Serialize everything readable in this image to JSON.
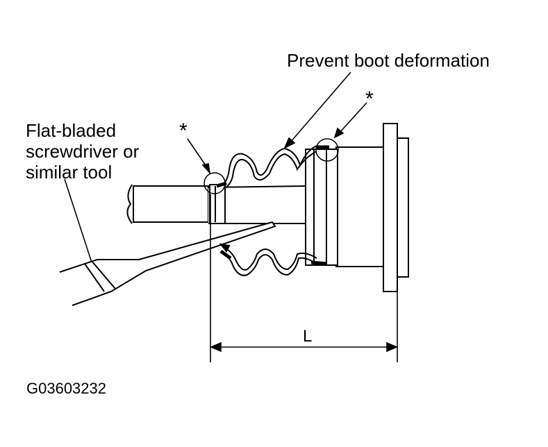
{
  "labels": {
    "prevent": "Prevent boot deformation",
    "tool_line1": "Flat-bladed",
    "tool_line2": "screwdriver or",
    "tool_line3": "similar tool",
    "star_left": "*",
    "star_right": "*",
    "dimension": "L",
    "figure_code": "G03603232"
  },
  "colors": {
    "ink": "#000000",
    "paper": "#ffffff"
  }
}
